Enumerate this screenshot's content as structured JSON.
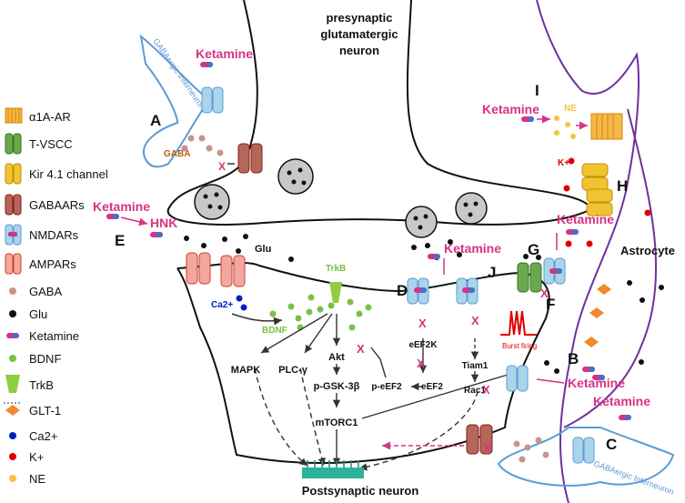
{
  "title": {
    "line1": "presynaptic",
    "line2": "glutamatergic",
    "line3": "neuron"
  },
  "legend": [
    {
      "label": "α1A-AR",
      "icon": "alpha1a-receptor-icon"
    },
    {
      "label": "T-VSCC",
      "icon": "t-vscc-icon"
    },
    {
      "label": "Kir 4.1 channel",
      "icon": "kir41-channel-icon"
    },
    {
      "label": "GABAARs",
      "icon": "gabaa-receptor-icon"
    },
    {
      "label": "NMDARs",
      "icon": "nmda-receptor-icon"
    },
    {
      "label": "AMPARs",
      "icon": "ampa-receptor-icon"
    },
    {
      "label": "GABA",
      "icon": "gaba-dot-icon"
    },
    {
      "label": "Glu",
      "icon": "glu-dot-icon"
    },
    {
      "label": "Ketamine",
      "icon": "ketamine-pill-icon"
    },
    {
      "label": "BDNF",
      "icon": "bdnf-dot-icon"
    },
    {
      "label": "TrkB",
      "icon": "trkb-icon"
    },
    {
      "label": "GLT-1",
      "icon": "glt1-icon"
    },
    {
      "label": "Ca2+",
      "icon": "calcium-dot-icon"
    },
    {
      "label": "K+",
      "icon": "potassium-dot-icon"
    },
    {
      "label": "NE",
      "icon": "ne-dot-icon"
    }
  ],
  "panels": {
    "A": "A",
    "B": "B",
    "C": "C",
    "D": "D",
    "E": "E",
    "F": "F",
    "G": "G",
    "H": "H",
    "I": "I",
    "J": "J"
  },
  "drug_labels": {
    "ketamine": "Ketamine",
    "hnk": "HNK"
  },
  "cell_labels": {
    "gabaergic_interneuron": "GABAergic Interneuron",
    "astrocyte": "Astrocyte",
    "postsynaptic": "Postsynaptic neuron",
    "burst_firing": "Burst firing"
  },
  "molecules": {
    "gaba": "GABA",
    "glu": "Glu",
    "ca": "Ca2+",
    "bdnf": "BDNF",
    "trkb": "TrkB",
    "k": "K+",
    "ne": "NE"
  },
  "pathway": {
    "mapk": "MAPK",
    "plc": "PLC-γ",
    "akt": "Akt",
    "pgsk": "p-GSK-3β",
    "mtorc1": "mTORC1",
    "eef2k": "eEF2K",
    "peef2": "p-eEF2",
    "eef2": "eEF2",
    "tiam1": "Tiam1",
    "rac1": "Rac1"
  },
  "colors": {
    "magenta": "#d63384",
    "blue_membrane": "#5b9bd5",
    "purple_astrocyte": "#7030a0",
    "bdnf_green": "#7ac143",
    "nmda_blue": "#a9d4ea",
    "gaba_brown": "#c9928a",
    "ne_yellow": "#f5c242",
    "ca_blue": "#0020c0",
    "k_red": "#e00000"
  }
}
